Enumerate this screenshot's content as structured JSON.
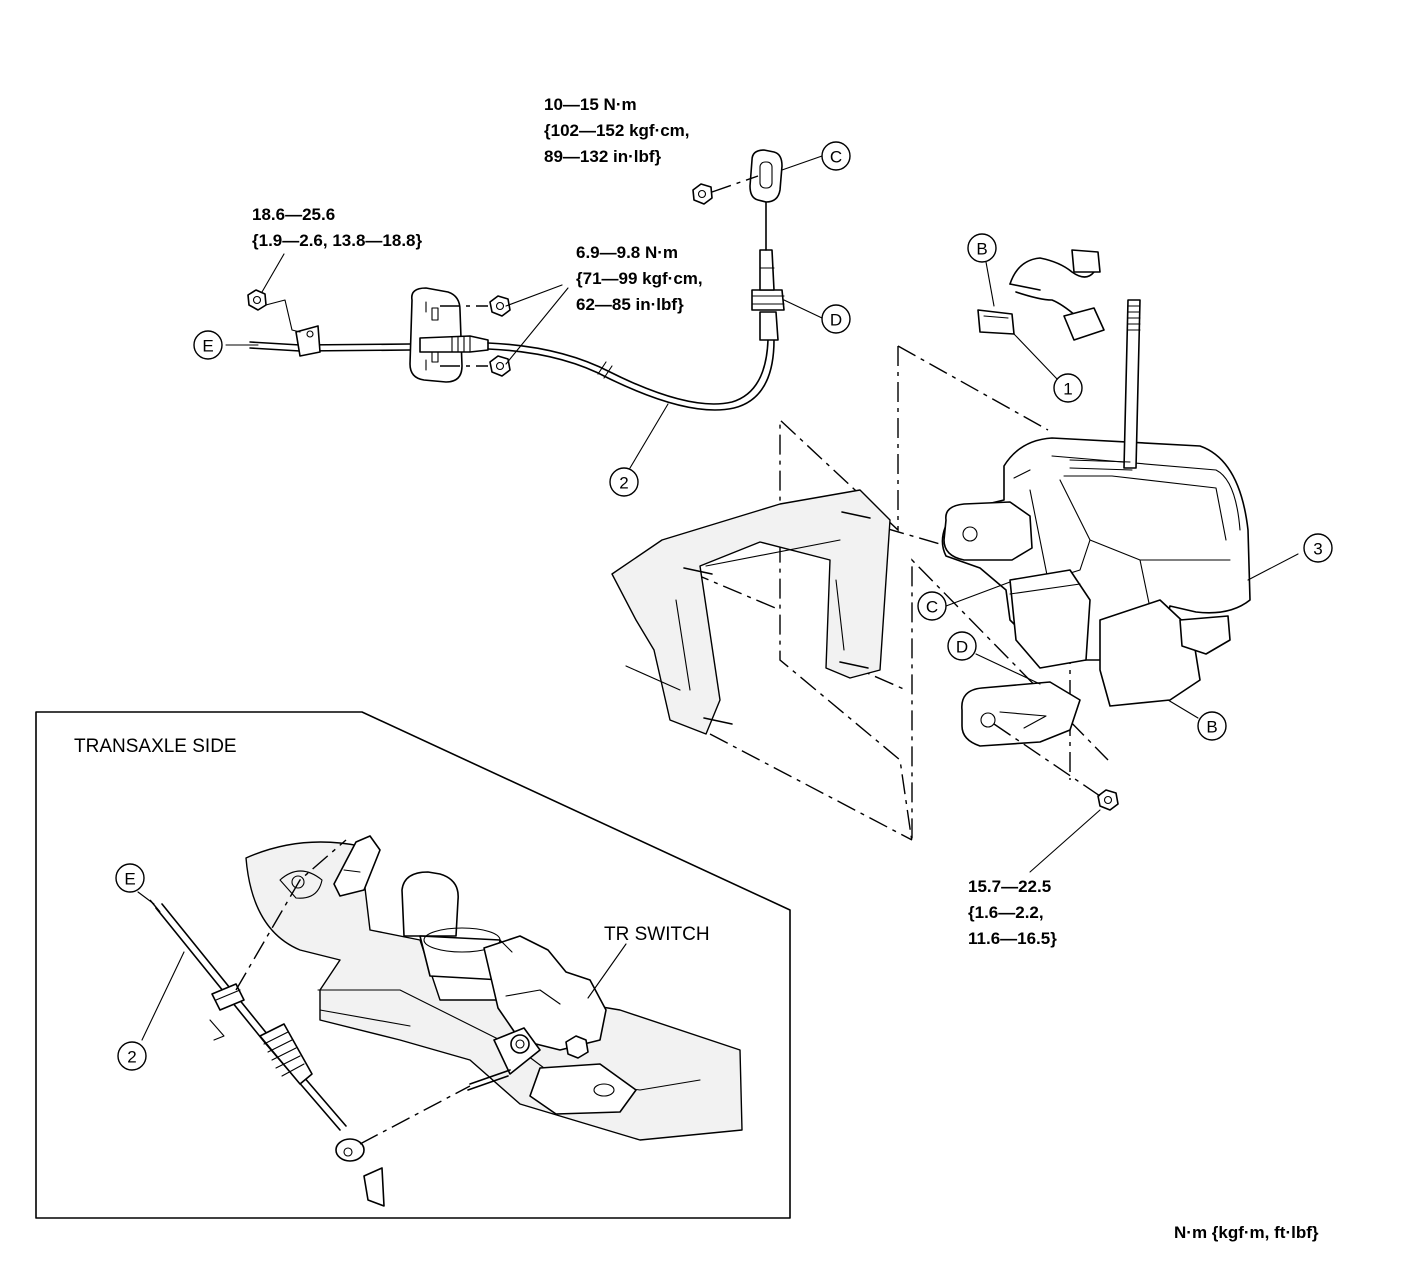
{
  "torque_specs": {
    "bracket_nut": [
      "10—15 N·m",
      "{102—152 kgf·cm,",
      "89—132 in·lbf}"
    ],
    "clamp_nut": [
      "18.6—25.6",
      "{1.9—2.6, 13.8—18.8}"
    ],
    "plate_nuts": [
      "6.9—9.8 N·m",
      "{71—99 kgf·cm,",
      "62—85 in·lbf}"
    ],
    "shifter_nut": [
      "15.7—22.5",
      "{1.6—2.2,",
      "11.6—16.5}"
    ]
  },
  "callouts": {
    "c_top": "C",
    "d_top": "D",
    "e_left": "E",
    "b_top": "B",
    "one": "1",
    "two_top": "2",
    "three": "3",
    "c_mid": "C",
    "d_mid": "D",
    "b_right": "B",
    "e_inset": "E",
    "two_inset": "2"
  },
  "inset": {
    "title": "TRANSAXLE SIDE",
    "tr_switch_label": "TR SWITCH"
  },
  "units_note": "N·m {kgf·m,  ft·lbf}"
}
